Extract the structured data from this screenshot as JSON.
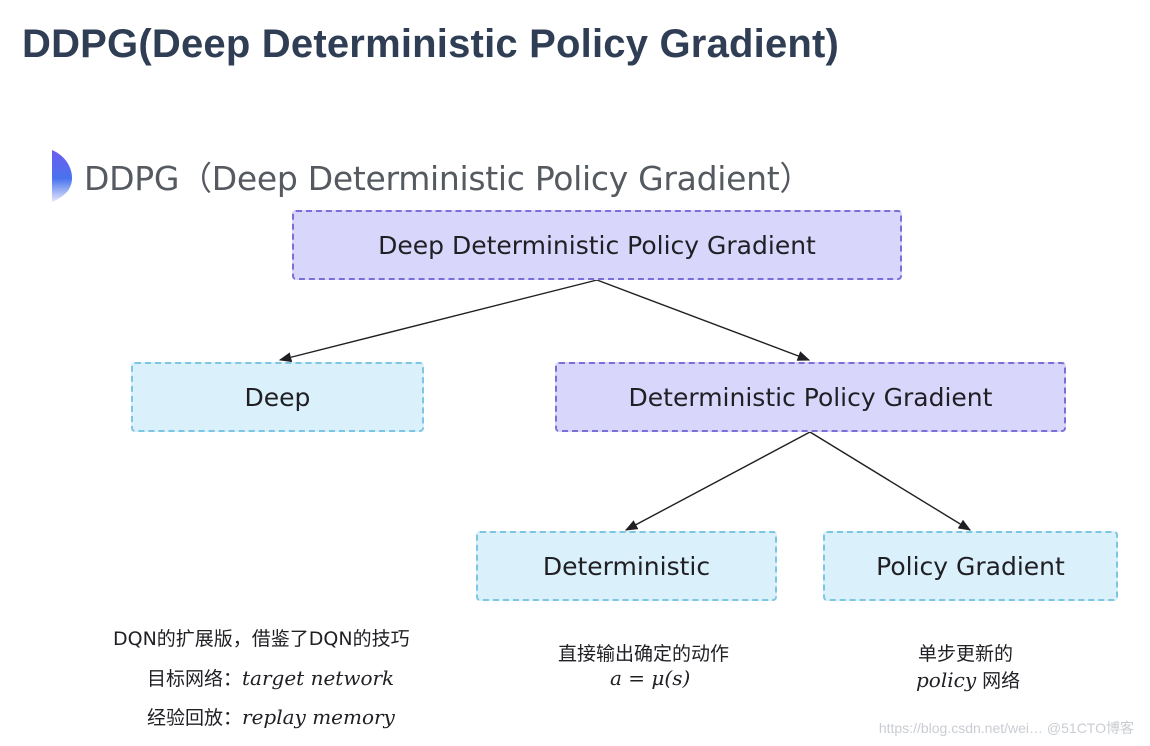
{
  "page_title": "DDPG(Deep Deterministic Policy Gradient)",
  "section_heading": "DDPG（Deep Deterministic Policy Gradient）",
  "nodes": {
    "root": "Deep Deterministic Policy Gradient",
    "deep": "Deep",
    "dpg": "Deterministic Policy Gradient",
    "deterministic": "Deterministic",
    "policy_gradient": "Policy Gradient"
  },
  "notes": {
    "deep": {
      "line1": "DQN的扩展版，借鉴了DQN的技巧",
      "line2_label": "目标网络：",
      "line2_term": "target network",
      "line3_label": "经验回放：",
      "line3_term": "replay memory"
    },
    "deterministic": {
      "line1": "直接输出确定的动作",
      "formula": "a = μ(s)"
    },
    "policy_gradient": {
      "line1": "单步更新的",
      "line2_term": "policy",
      "line2_text": " 网络"
    }
  },
  "watermark": "https://blog.csdn.net/wei… @51CTO博客",
  "colors": {
    "purple_fill": "#d9d6fb",
    "purple_border": "#7a6fd8",
    "blue_fill": "#daf0fb",
    "blue_border": "#7cc6e2",
    "title": "#2f3e54"
  }
}
